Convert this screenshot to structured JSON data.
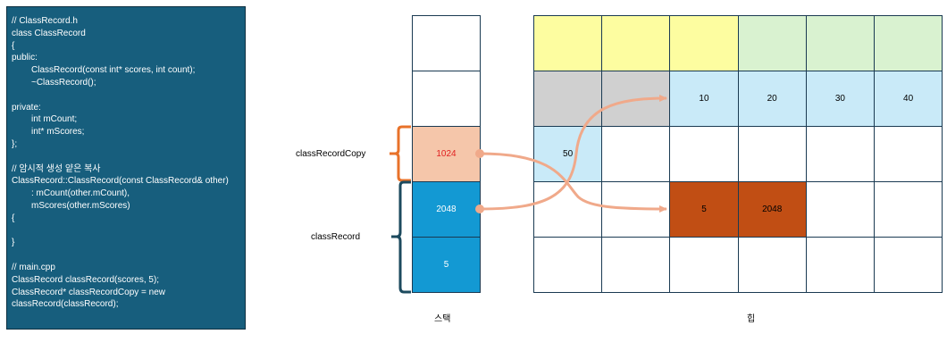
{
  "code": [
    {
      "text": "// ClassRecord.h",
      "indent": false
    },
    {
      "text": "class ClassRecord",
      "indent": false
    },
    {
      "text": "{",
      "indent": false
    },
    {
      "text": "public:",
      "indent": false
    },
    {
      "text": "ClassRecord(const int* scores, int count);",
      "indent": true
    },
    {
      "text": "~ClassRecord();",
      "indent": true
    },
    {
      "text": "",
      "indent": false
    },
    {
      "text": "private:",
      "indent": false
    },
    {
      "text": "int mCount;",
      "indent": true
    },
    {
      "text": "int* mScores;",
      "indent": true
    },
    {
      "text": "};",
      "indent": false
    },
    {
      "text": "",
      "indent": false
    },
    {
      "text": "// 암시적 생성 얕은 복사",
      "indent": false
    },
    {
      "text": "ClassRecord::ClassRecord(const ClassRecord& other)",
      "indent": false
    },
    {
      "text": ": mCount(other.mCount),",
      "indent": true
    },
    {
      "text": "mScores(other.mScores)",
      "indent": true
    },
    {
      "text": "{",
      "indent": false
    },
    {
      "text": "",
      "indent": false
    },
    {
      "text": "}",
      "indent": false
    },
    {
      "text": "",
      "indent": false
    },
    {
      "text": "// main.cpp",
      "indent": false
    },
    {
      "text": "ClassRecord classRecord(scores, 5);",
      "indent": false
    },
    {
      "text": "ClassRecord* classRecordCopy = new classRecord(classRecord);",
      "indent": false
    }
  ],
  "stack": {
    "title": "스택",
    "cells": [
      {
        "value": "",
        "color": "#ffffff",
        "text_color": "#000000"
      },
      {
        "value": "",
        "color": "#ffffff",
        "text_color": "#000000"
      },
      {
        "value": "1024",
        "color": "#f5c6aa",
        "text_color": "#e02020"
      },
      {
        "value": "2048",
        "color": "#1399d3",
        "text_color": "#ffffff"
      },
      {
        "value": "5",
        "color": "#1399d3",
        "text_color": "#ffffff"
      }
    ]
  },
  "labels": {
    "copy": "classRecordCopy",
    "record": "classRecord"
  },
  "heap": {
    "title": "힙",
    "rows": [
      [
        {
          "value": "",
          "color": "#fdfda0"
        },
        {
          "value": "",
          "color": "#fdfda0"
        },
        {
          "value": "",
          "color": "#fdfda0"
        },
        {
          "value": "",
          "color": "#d9f2d0"
        },
        {
          "value": "",
          "color": "#d9f2d0"
        },
        {
          "value": "",
          "color": "#d9f2d0"
        }
      ],
      [
        {
          "value": "",
          "color": "#d0d0d0"
        },
        {
          "value": "",
          "color": "#d0d0d0"
        },
        {
          "value": "10",
          "color": "#c9eaf8"
        },
        {
          "value": "20",
          "color": "#c9eaf8"
        },
        {
          "value": "30",
          "color": "#c9eaf8"
        },
        {
          "value": "40",
          "color": "#c9eaf8"
        }
      ],
      [
        {
          "value": "50",
          "color": "#c9eaf8"
        },
        {
          "value": "",
          "color": "#ffffff"
        },
        {
          "value": "",
          "color": "#ffffff"
        },
        {
          "value": "",
          "color": "#ffffff"
        },
        {
          "value": "",
          "color": "#ffffff"
        },
        {
          "value": "",
          "color": "#ffffff"
        }
      ],
      [
        {
          "value": "",
          "color": "#ffffff"
        },
        {
          "value": "",
          "color": "#ffffff"
        },
        {
          "value": "5",
          "color": "#c14e14"
        },
        {
          "value": "2048",
          "color": "#c14e14"
        },
        {
          "value": "",
          "color": "#ffffff"
        },
        {
          "value": "",
          "color": "#ffffff"
        }
      ],
      [
        {
          "value": "",
          "color": "#ffffff"
        },
        {
          "value": "",
          "color": "#ffffff"
        },
        {
          "value": "",
          "color": "#ffffff"
        },
        {
          "value": "",
          "color": "#ffffff"
        },
        {
          "value": "",
          "color": "#ffffff"
        },
        {
          "value": "",
          "color": "#ffffff"
        }
      ]
    ]
  },
  "colors": {
    "copy_brace": "#e8722a",
    "record_brace": "#1c4a5e",
    "arrow": "#f0a98a"
  }
}
